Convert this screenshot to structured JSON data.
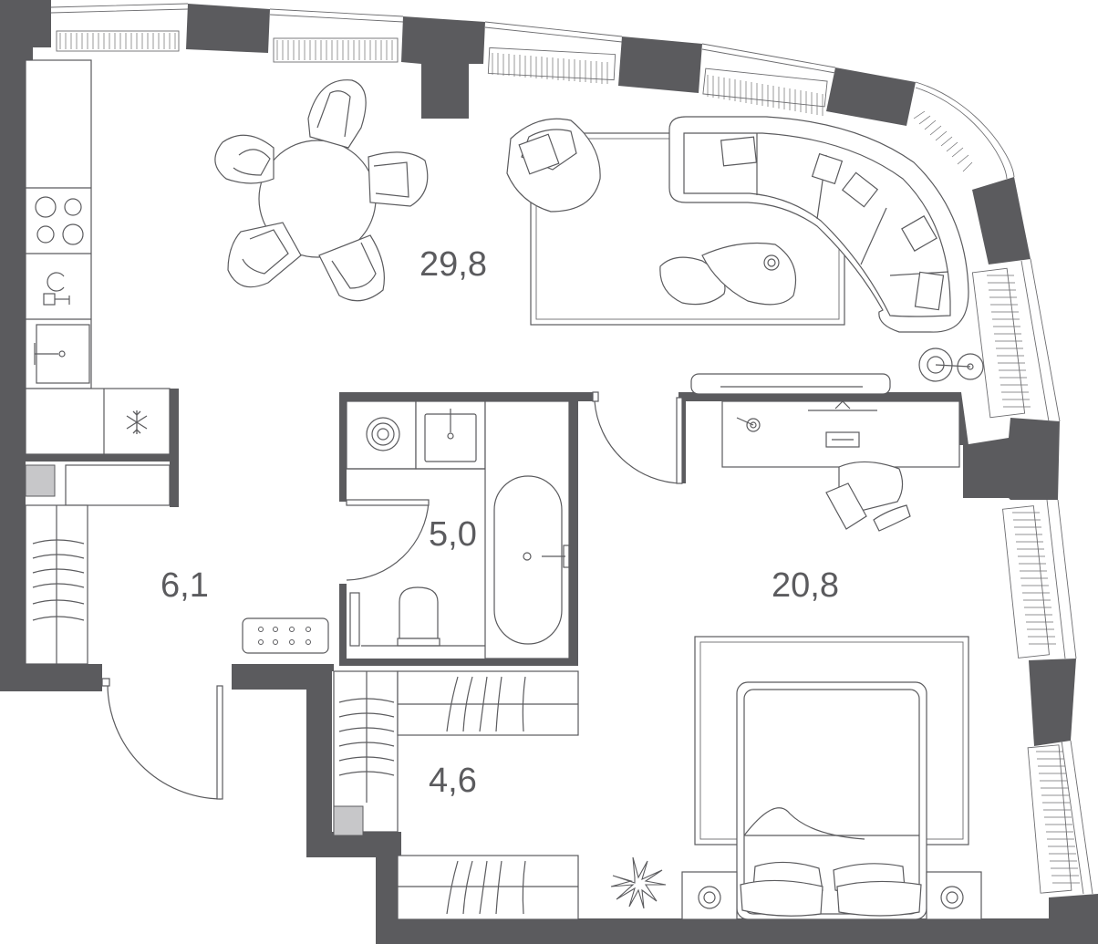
{
  "rooms": [
    {
      "id": "living-kitchen",
      "area": "29,8"
    },
    {
      "id": "hall",
      "area": "6,1"
    },
    {
      "id": "bathroom",
      "area": "5,0"
    },
    {
      "id": "bedroom",
      "area": "20,8"
    },
    {
      "id": "wardrobe",
      "area": "4,6"
    }
  ],
  "colors": {
    "wall": "#5b5b5e",
    "line": "#5b5b5e",
    "shaft": "#c7c7c9",
    "background": "#ffffff"
  },
  "icons": [
    "snowflake-icon",
    "faucet-icon",
    "tap-icon",
    "plant-icon",
    "lamp-icon"
  ]
}
